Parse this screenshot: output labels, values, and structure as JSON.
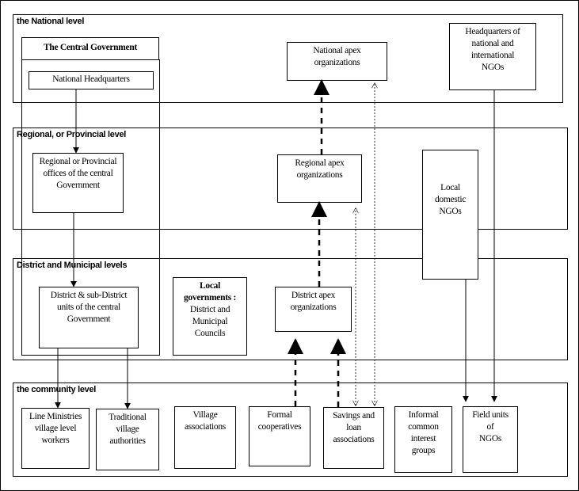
{
  "levels": {
    "national": "the National level",
    "regional": "Regional, or Provincial  level",
    "district": "District and Municipal levels",
    "community": "the community level"
  },
  "central_government": {
    "title": "The Central Government",
    "national_hq": "National Headquarters",
    "regional_offices": [
      "Regional or Provincial",
      "offices of the central",
      "Government"
    ],
    "district_units": [
      "District  & sub-District",
      "units of the central",
      "Government"
    ]
  },
  "local_governments": {
    "title": "Local",
    "title2": "governments :",
    "lines": [
      "District and",
      "Municipal",
      "Councils"
    ]
  },
  "apex": {
    "national": [
      "National apex",
      "organizations"
    ],
    "regional": [
      "Regional apex",
      "organizations"
    ],
    "district": [
      "District apex",
      "organizations"
    ]
  },
  "ngos": {
    "hq": [
      "Headquarters of",
      "national and",
      "international",
      "NGOs"
    ],
    "local": [
      "Local",
      "domestic",
      "NGOs"
    ]
  },
  "community": {
    "line_ministries": [
      "Line Ministries",
      "village level",
      "workers"
    ],
    "traditional": [
      "Traditional",
      "village",
      "authorities"
    ],
    "village_assoc": [
      "Village",
      "associations"
    ],
    "formal_coops": [
      "Formal",
      "cooperatives"
    ],
    "savings": [
      "Savings and",
      "loan",
      "associations"
    ],
    "informal": [
      "Informal",
      "common",
      "interest",
      "groups"
    ],
    "field_units": [
      "Field units",
      "of",
      "NGOs"
    ]
  }
}
